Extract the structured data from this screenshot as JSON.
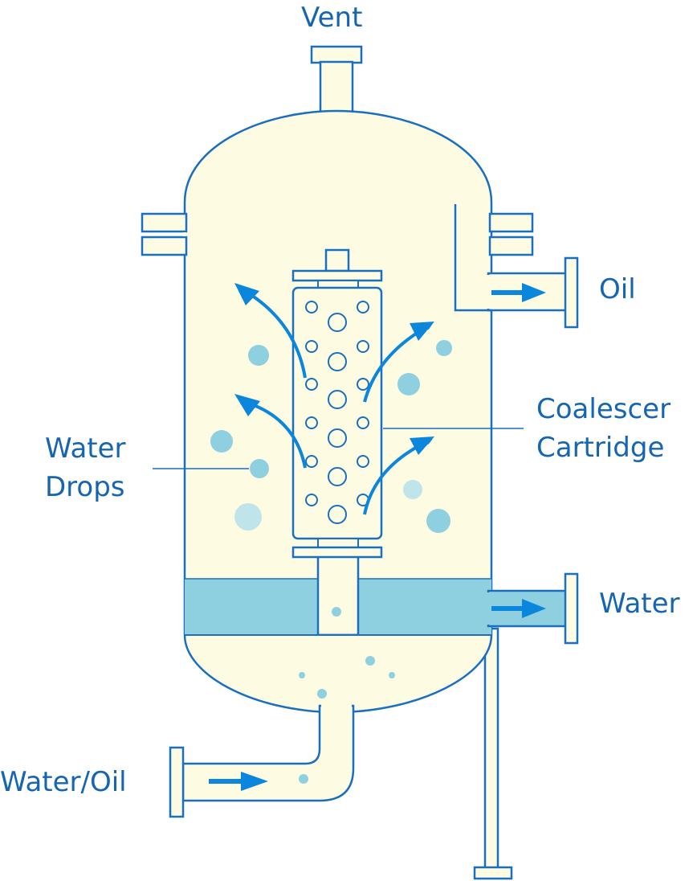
{
  "labels": {
    "vent": "Vent",
    "oil": "Oil",
    "coalescer_line1": "Coalescer",
    "coalescer_line2": "Cartridge",
    "water_drops_line1": "Water",
    "water_drops_line2": "Drops",
    "water_outlet": "Water",
    "inlet": "Water/Oil"
  },
  "colors": {
    "outline": "#1a6fbf",
    "label_text": "#1565b3",
    "vessel_fill": "#fdfbe2",
    "water_layer": "#8fd0e0",
    "flow_arrow": "#0a86dc",
    "droplet": "#8fd0e0",
    "droplet_pale": "#bfe4ea",
    "background": "#ffffff"
  },
  "icons": {
    "flow": "arrow-right-icon",
    "upflow": "curved-arrow-icon"
  }
}
